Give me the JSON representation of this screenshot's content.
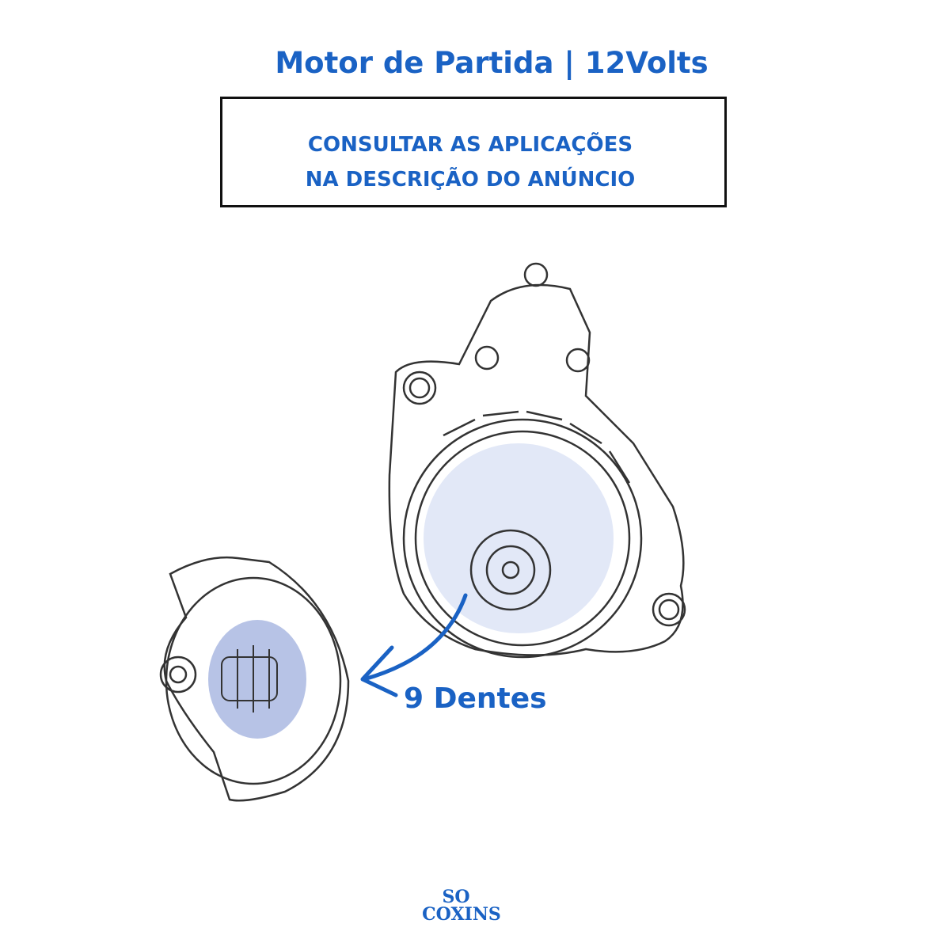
{
  "header": {
    "title": "Motor de Partida | 12Volts"
  },
  "notice": {
    "line1": "CONSULTAR AS APLICAÇÕES",
    "line2": "NA DESCRIÇÃO DO ANÚNCIO"
  },
  "callout": {
    "label": "9 Dentes"
  },
  "logo": {
    "line1": "SO",
    "line2": "COXINS"
  },
  "colors": {
    "accent": "#1a62c4",
    "highlight": "#dfe6f6",
    "pinion": "#aab8e2"
  }
}
